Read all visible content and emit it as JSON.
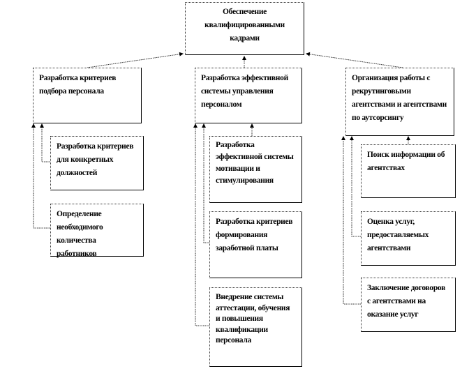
{
  "root": {
    "label": "Обеспечение квалифицированными кадрами"
  },
  "branches": [
    {
      "label": "Разработка критериев подбора персонала",
      "children": [
        {
          "label": "Разработка критериев для конкретных должностей"
        },
        {
          "label": "Определение необходимого количества работников"
        }
      ]
    },
    {
      "label": "Разработка эффективной системы управления персоналом",
      "children": [
        {
          "label": "Разработка эффективной системы мотивации и стимулирования"
        },
        {
          "label": "Разработка критериев формирования заработной платы"
        },
        {
          "label": "Внедрение системы аттестации, обучения и повышения квалификации персонала"
        }
      ]
    },
    {
      "label": "Организация работы с рекрутинговыми агентствами и агентствами по аутсорсингу",
      "children": [
        {
          "label": "Поиск информации об агентствах"
        },
        {
          "label": "Оценка услуг, предоставляемых агентствами"
        },
        {
          "label": "Заключение договоров с агентствами на оказание услуг"
        }
      ]
    }
  ]
}
